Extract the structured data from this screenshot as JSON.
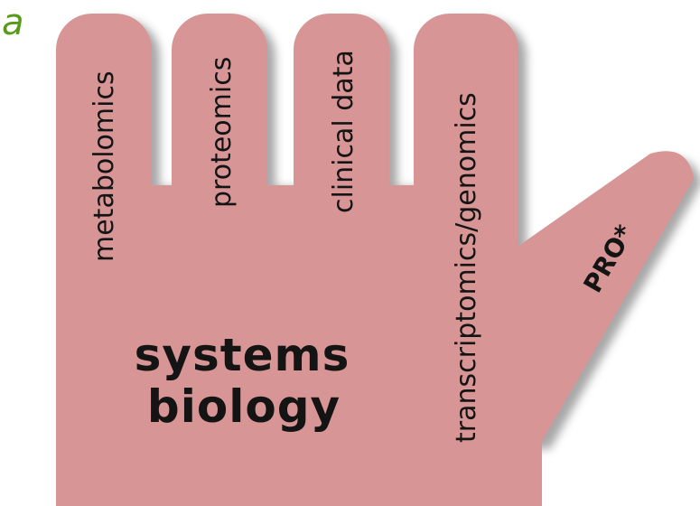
{
  "panel_label": "a",
  "fingers": [
    {
      "id": "finger-1",
      "label": "metabolomics"
    },
    {
      "id": "finger-2",
      "label": "proteomics"
    },
    {
      "id": "finger-3",
      "label": "clinical data"
    },
    {
      "id": "finger-4",
      "label": "transcriptomics/genomics"
    }
  ],
  "thumb": {
    "label": "PRO*"
  },
  "palm": {
    "line1": "systems",
    "line2": "biology"
  },
  "colors": {
    "hand_fill": "#d89595",
    "shadow": "#8a8a8a",
    "text": "#141414",
    "panel_label": "#5a9a1a"
  }
}
